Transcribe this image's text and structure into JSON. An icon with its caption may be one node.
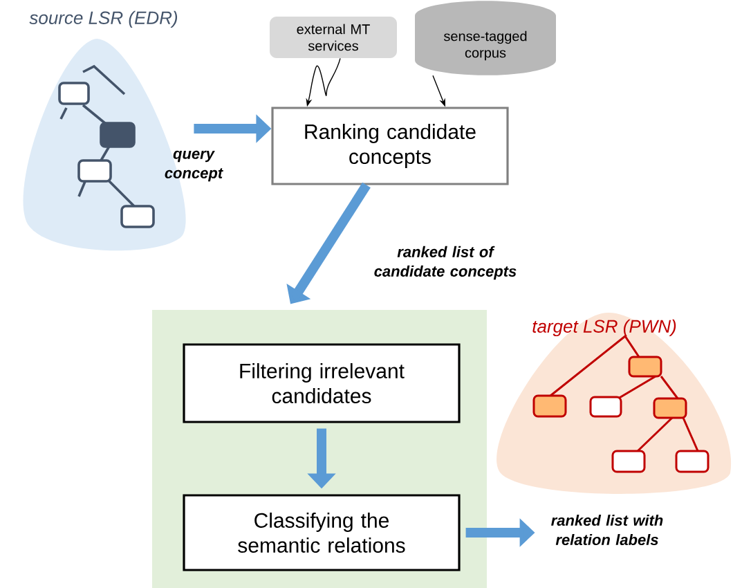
{
  "diagram": {
    "nodes": [
      {
        "text": [
          "source LSR (EDR)"
        ]
      },
      {
        "text": [
          "external MT services"
        ]
      },
      {
        "text": [
          "sense-tagged corpus"
        ]
      },
      {
        "text": [
          "Ranking candidate concepts"
        ]
      },
      {
        "text": [],
        "shape": "box"
      },
      {
        "text": [
          "Filtering irrelevant candidates"
        ],
        "in": 4
      },
      {
        "text": [
          "Classifying the semantic relations"
        ],
        "in": 4
      },
      {
        "text": [
          "target LSR (PWN)"
        ]
      },
      {
        "text": [
          "ranked list with relation labels"
        ]
      }
    ],
    "edges": [
      {
        "from": 0,
        "to": 3,
        "arrow": "to",
        "label": "query concept"
      },
      {
        "from": 1,
        "to": 3,
        "arrow": "to",
        "color": "#000000"
      },
      {
        "from": 2,
        "to": 3,
        "arrow": "to",
        "color": "#000000"
      },
      {
        "from": 3,
        "to": 4,
        "arrow": "to",
        "label": "ranked list of candidate concepts"
      },
      {
        "from": 5,
        "to": 6,
        "arrow": "to"
      },
      {
        "from": 6,
        "to": 8,
        "arrow": "to"
      }
    ]
  }
}
